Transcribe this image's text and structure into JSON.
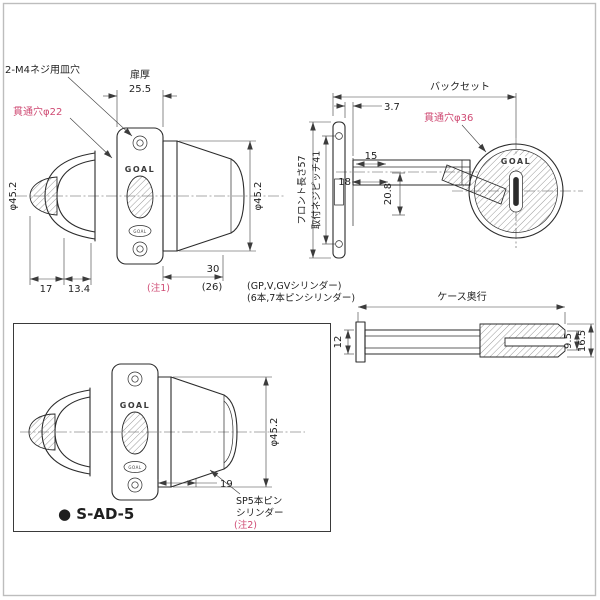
{
  "meta": {
    "colors": {
      "line": "#2b2b2b",
      "dimension": "#3c3c3c",
      "accent_red": "#cf4a73",
      "background": "#ffffff",
      "frame": "#bdbdbd"
    }
  },
  "brand": {
    "logo": "GOAL"
  },
  "side_view": {
    "screw_hole_label": "2-M4ネジ用皿穴",
    "door_thickness_label": "扉厚",
    "door_thickness": "25.5",
    "through_hole_label": "貫通穴φ22",
    "dia_left": "φ45.2",
    "dia_right": "φ45.2",
    "dim_17": "17",
    "dim_13_4": "13.4",
    "note1": "(注1)",
    "dim_30": "30",
    "dim_26": "(26)",
    "cyl_note1": "(GP,V,GVシリンダー)",
    "cyl_note2": "(6本,7本ピンシリンダー)"
  },
  "front_view": {
    "backset_label": "バックセット",
    "dim_3_7": "3.7",
    "through_hole_label": "貫通穴φ36",
    "front_length_label": "フロント長さ57",
    "screw_pitch_label": "取付ネジピッチ41",
    "dim_15": "15",
    "dim_18": "18",
    "dim_20_8": "20.8"
  },
  "case_view": {
    "case_depth_label": "ケース奥行",
    "dim_12": "12",
    "dim_9_5": "9.5",
    "dim_16_5": "16.5"
  },
  "model_view": {
    "dia": "φ45.2",
    "dim_19": "19",
    "cylinder_label_1": "SP5本ピン",
    "cylinder_label_2": "シリンダー",
    "note2": "(注2)",
    "model": "● S-AD-5"
  }
}
